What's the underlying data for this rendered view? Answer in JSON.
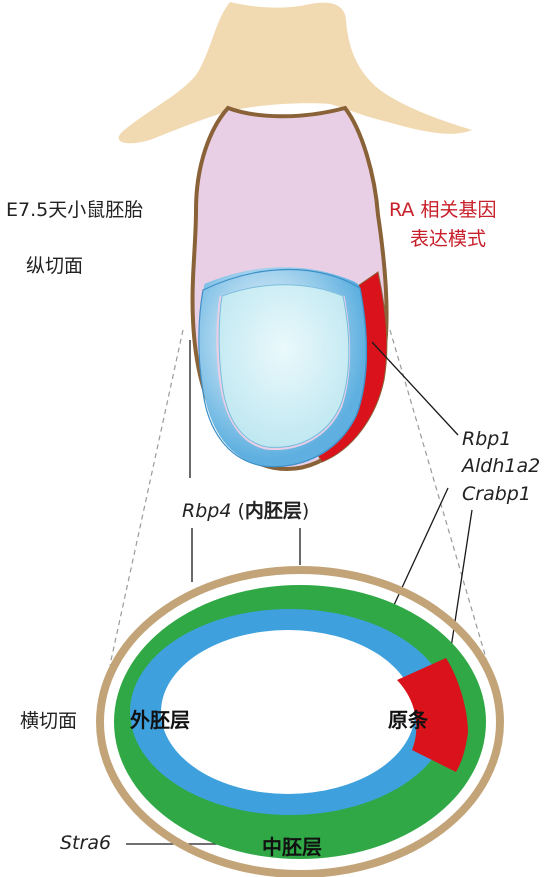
{
  "labels": {
    "embryo_stage": "E7.5天小鼠胚胎",
    "longitudinal_section": "纵切面",
    "ra_pattern_line1": "RA 相关基因",
    "ra_pattern_line2": "表达模式",
    "genes": [
      "Rbp1",
      "Aldh1a2",
      "Crabp1"
    ],
    "rbp4_gene": "Rbp4",
    "rbp4_open": " (",
    "rbp4_layer": "内胚层",
    "rbp4_close": ")",
    "transverse_section": "横切面",
    "ectoderm": "外胚层",
    "primitive_streak": "原条",
    "stra6_gene": "Stra6",
    "mesoderm": "中胚层"
  },
  "colors": {
    "decidua": "#f1d9b1",
    "outline": "#8a6238",
    "extraembryonic": "#e9cfe6",
    "cavity": "#cfeef5",
    "ectoderm_blue": "#3ea0dd",
    "mesoderm_green": "#2fa845",
    "streak_red": "#d9121b",
    "ring_tan": "#c2a478",
    "label_red": "#c8202a"
  }
}
